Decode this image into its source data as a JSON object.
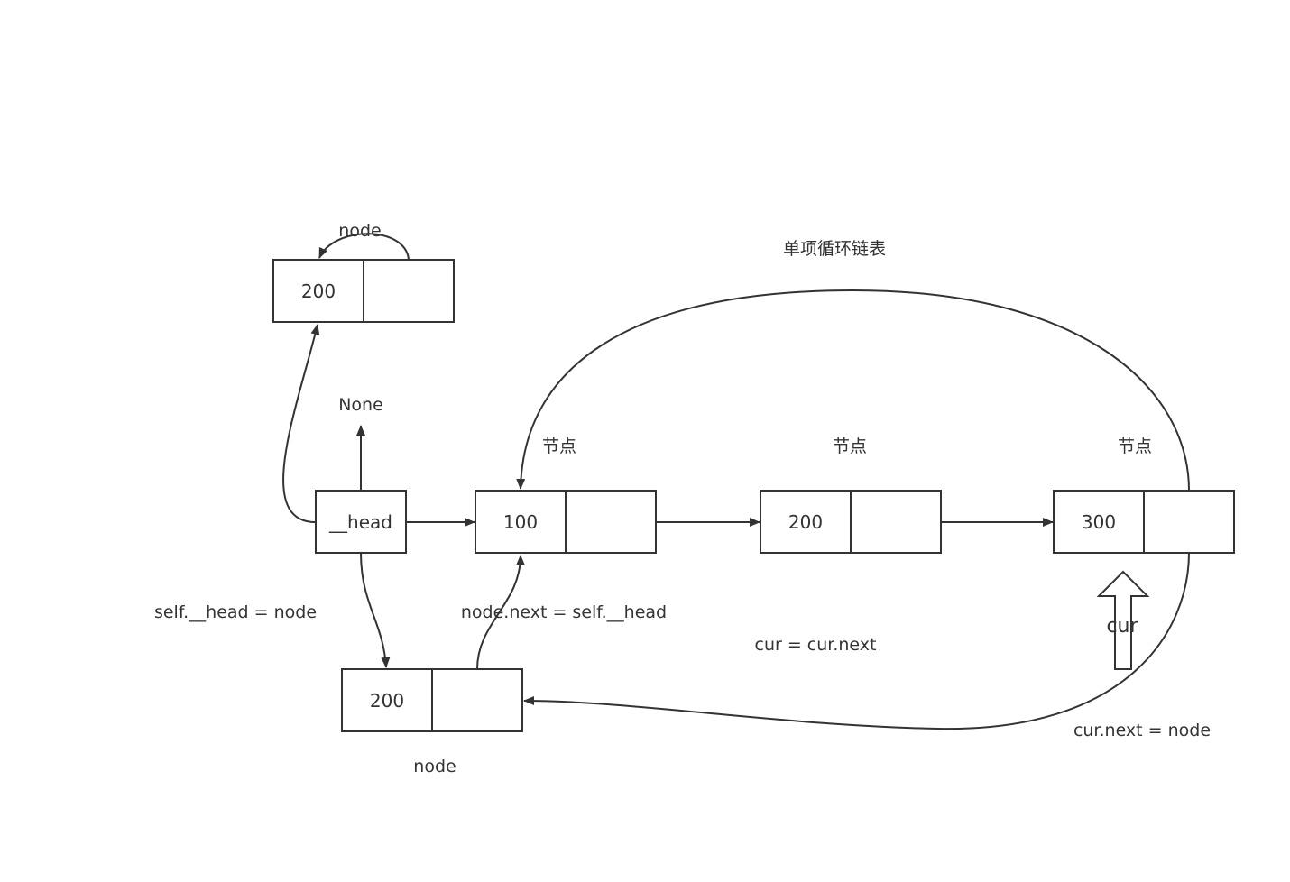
{
  "diagram": {
    "title": "单项循环链表",
    "colors": {
      "stroke": "#333333",
      "text": "#333333",
      "background": "#ffffff"
    },
    "nodes": {
      "top_node": {
        "value": "200",
        "label": "node"
      },
      "head": {
        "value": "__head"
      },
      "node_100": {
        "value": "100",
        "label": "节点"
      },
      "node_200": {
        "value": "200",
        "label": "节点"
      },
      "node_300": {
        "value": "300",
        "label": "节点"
      },
      "new_node": {
        "value": "200",
        "label": "node"
      }
    },
    "labels": {
      "none": "None",
      "assign_head": "self.__head = node",
      "node_next": "node.next = self.__head",
      "cur_advance": "cur = cur.next",
      "cur_next": "cur.next = node",
      "cur_pointer": "cur"
    },
    "icons": {
      "cur_pointer": "up-arrow-outline-icon"
    }
  }
}
